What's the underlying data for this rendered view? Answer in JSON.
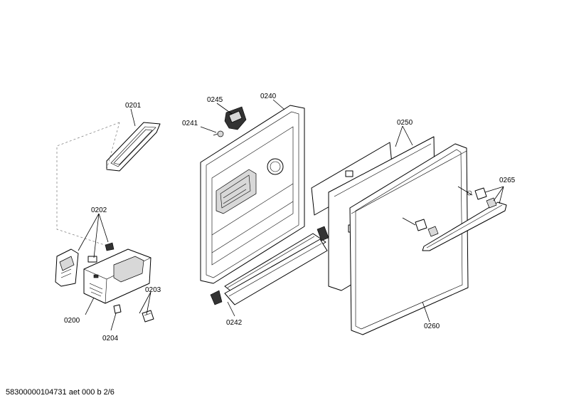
{
  "parts": [
    {
      "id": "p0200",
      "label": "0200"
    },
    {
      "id": "p0201",
      "label": "0201"
    },
    {
      "id": "p0202",
      "label": "0202"
    },
    {
      "id": "p0203",
      "label": "0203"
    },
    {
      "id": "p0204",
      "label": "0204"
    },
    {
      "id": "p0240",
      "label": "0240"
    },
    {
      "id": "p0241",
      "label": "0241"
    },
    {
      "id": "p0242",
      "label": "0242"
    },
    {
      "id": "p0245",
      "label": "0245"
    },
    {
      "id": "p0250",
      "label": "0250"
    },
    {
      "id": "p0260",
      "label": "0260"
    },
    {
      "id": "p0265",
      "label": "0265"
    }
  ],
  "footer": "58300000104731 aet 000 b 2/6"
}
